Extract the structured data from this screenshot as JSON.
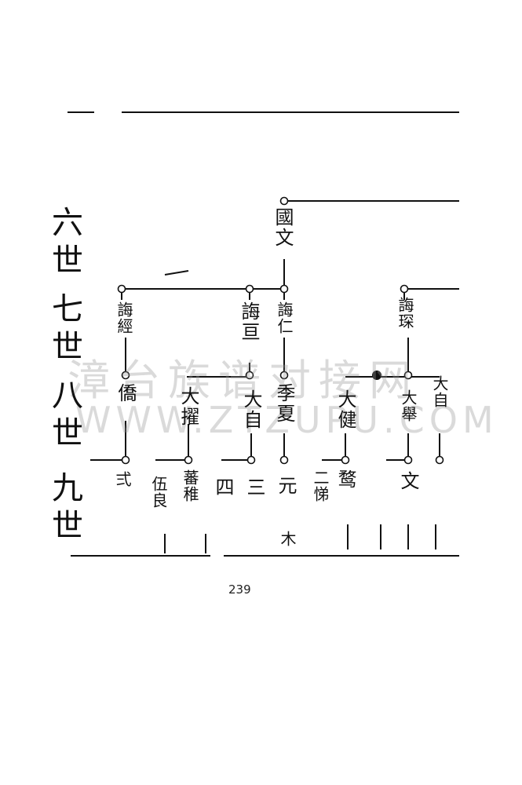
{
  "generations": [
    "六世",
    "七世",
    "八世",
    "九世"
  ],
  "names": {
    "guowen": "國文",
    "huijing": "誨經",
    "huili": "誨亘",
    "huiren": "誨仁",
    "huishen": "誨琛",
    "qiao": "僑",
    "dazhuo": "大擢",
    "dazi": "大自",
    "jixia": "季夏",
    "dajian": "大健",
    "daju": "大舉",
    "dazichu": "大自",
    "er": "弍",
    "wuliang": "伍良",
    "fanzhi": "蕃稚",
    "si": "四",
    "san": "三",
    "yuan": "元",
    "erdi": "二悌",
    "jiu": "鹜",
    "wen": "文",
    "mu": "木"
  },
  "watermark": {
    "text": "漳台族谱对接网",
    "url": "WWW.ZTZUPU.COM"
  },
  "page_number": "239"
}
